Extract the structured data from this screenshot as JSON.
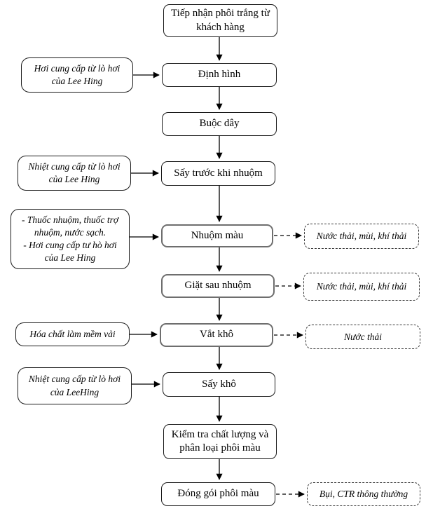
{
  "nodes": {
    "receive": "Tiếp nhận phôi trắng từ khách hàng",
    "shaping": "Định hình",
    "tying": "Buộc dây",
    "pre_dry": "Sấy trước khi nhuộm",
    "dyeing": "Nhuộm màu",
    "wash": "Giặt sau nhuộm",
    "wring": "Vắt khô",
    "dry": "Sấy khô",
    "inspect": "Kiểm tra chất lượng và phân loại phôi màu",
    "packing": "Đóng gói phôi màu"
  },
  "inputs": {
    "steam_shaping": "Hơi cung cấp từ lò hơi của Lee Hing",
    "heat_predry": "Nhiệt cung cấp từ lò hơi của Lee Hing",
    "dye_line1": "- Thuốc nhuộm, thuốc trợ nhuộm, nước sạch.",
    "dye_line2": "- Hơi cung cấp tư hò hơi của Lee Hing",
    "softener": "Hóa chất làm mềm vải",
    "heat_dry": "Nhiệt cung cấp từ lò hơi của LeeHing"
  },
  "outputs": {
    "dyeing_waste": "Nước thải, mùi, khí thải",
    "wash_waste": "Nước thải, mùi, khí thải",
    "wring_waste": "Nước thải",
    "packing_waste": "Bụi, CTR thông thường"
  },
  "colors": {
    "background": "#ffffff",
    "box_border": "#000000",
    "highlight_border": "#6e6e6e"
  }
}
